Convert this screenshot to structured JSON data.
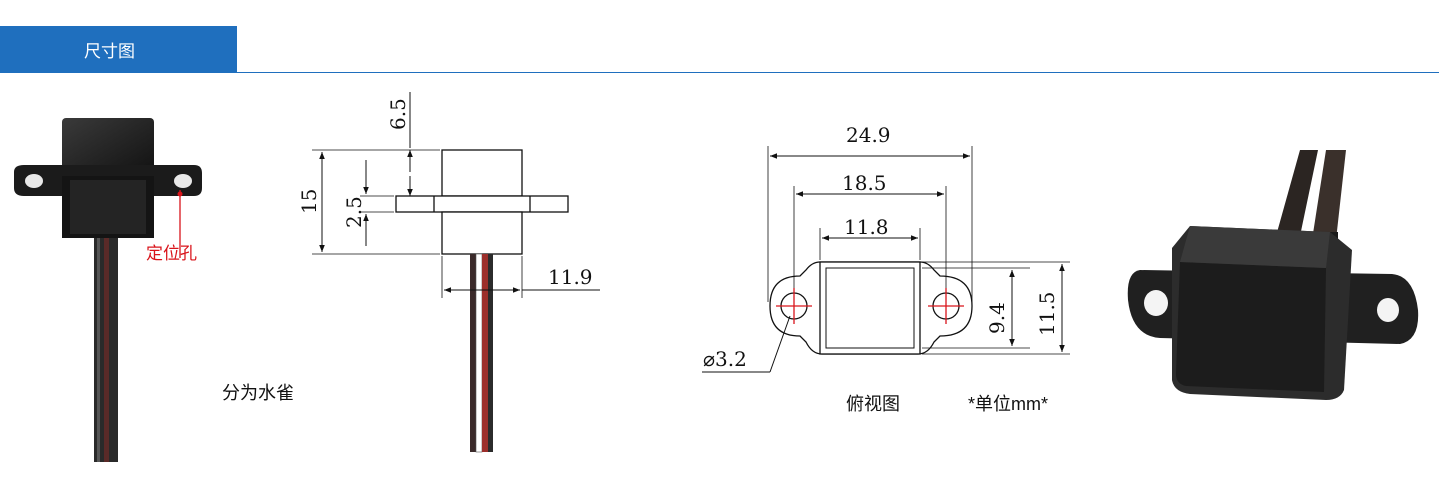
{
  "section_title": "尺寸图",
  "photo_left": {
    "hole_label": "定位孔",
    "partial_text": "分为水雀"
  },
  "side_view": {
    "dim_top": "6.5",
    "dim_height": "15",
    "dim_flange": "2.5",
    "dim_width": "11.9"
  },
  "top_view": {
    "dim_overall": "24.9",
    "dim_holes": "18.5",
    "dim_body": "11.8",
    "dim_body_h": "9.4",
    "dim_flange_h": "11.5",
    "dim_hole_dia": "⌀3.2",
    "caption": "俯视图",
    "unit_note": "*单位mm*"
  },
  "colors": {
    "header": "#1f6fbe",
    "accent_red": "#d9141b"
  }
}
